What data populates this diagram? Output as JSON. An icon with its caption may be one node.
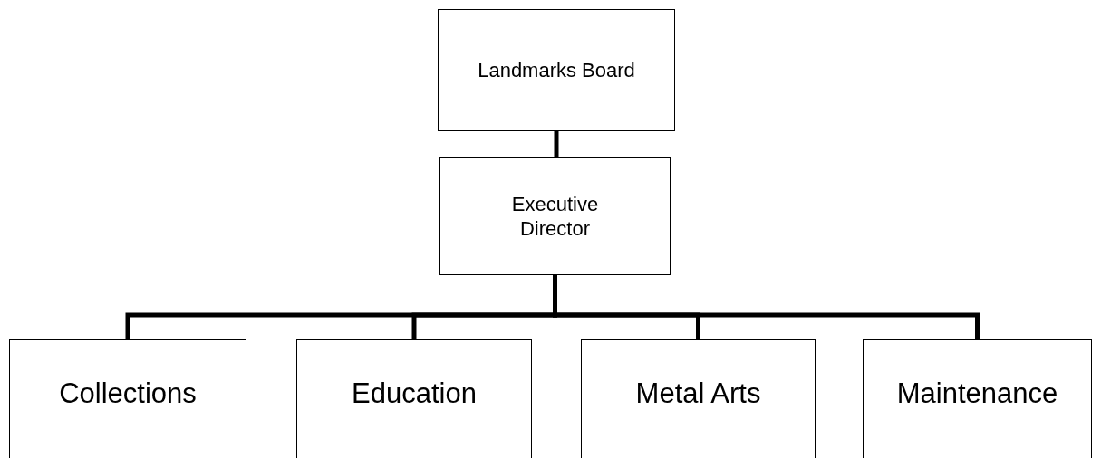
{
  "diagram": {
    "nodes": [
      {
        "text": [
          "Landmarks Board"
        ]
      },
      {
        "text": [
          "Executive Director"
        ]
      },
      {
        "text": [
          "Collections"
        ]
      },
      {
        "text": [
          "Education"
        ]
      },
      {
        "text": [
          "Metal Arts"
        ]
      },
      {
        "text": [
          "Maintenance"
        ]
      }
    ],
    "edges": [
      {
        "from": 0,
        "to": 1,
        "arrow": "none"
      },
      {
        "from": 1,
        "to": 2,
        "arrow": "none"
      },
      {
        "from": 1,
        "to": 3,
        "arrow": "none"
      },
      {
        "from": 1,
        "to": 4,
        "arrow": "none"
      },
      {
        "from": 1,
        "to": 5,
        "arrow": "none"
      }
    ]
  }
}
